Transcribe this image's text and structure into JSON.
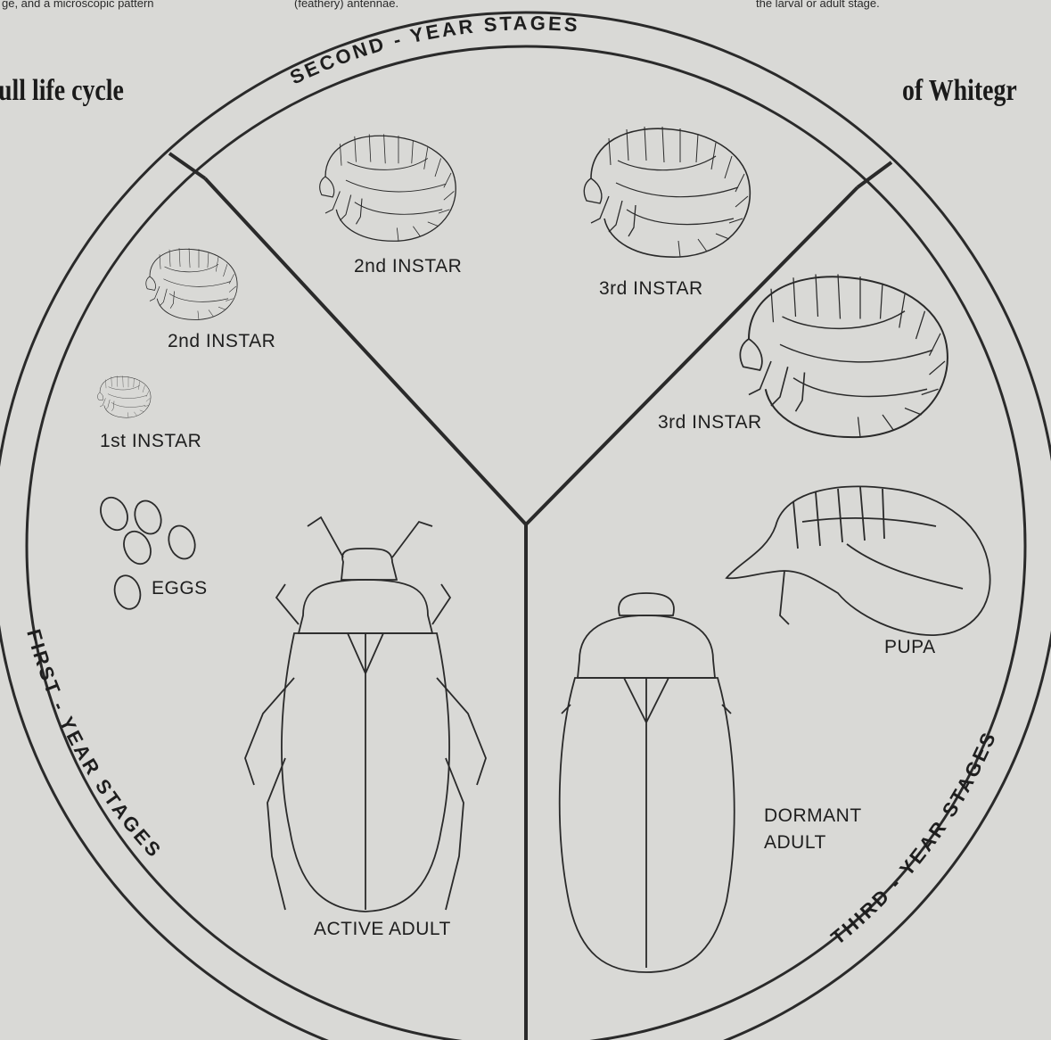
{
  "snippets": {
    "left": "ge, and a microscopic pattern",
    "middle": "(feathery) antennae.",
    "right": "the larval or adult stage."
  },
  "heading": {
    "left": "ull life cycle",
    "right": "of Whitegr"
  },
  "ring_labels": {
    "second_year": "SECOND - YEAR   STAGES",
    "first_year": "FIRST - YEAR   STAGES",
    "third_year": "THIRD - YEAR   STAGES"
  },
  "stages": {
    "first_year": {
      "instar2": "2nd  INSTAR",
      "instar1": "1st  INSTAR",
      "eggs": "EGGS",
      "active_adult": "ACTIVE ADULT"
    },
    "second_year": {
      "instar2": "2nd  INSTAR",
      "instar3": "3rd  INSTAR"
    },
    "third_year": {
      "instar3": "3rd  INSTAR",
      "pupa": "PUPA",
      "dormant_adult_line1": "DORMANT",
      "dormant_adult_line2": "ADULT"
    }
  },
  "colors": {
    "background": "#d9d9d6",
    "line": "#2a2a2a"
  }
}
